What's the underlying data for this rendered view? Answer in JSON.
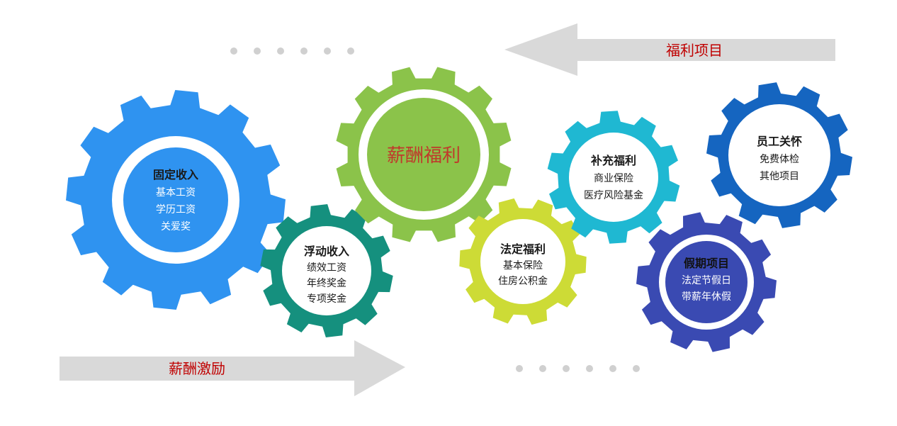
{
  "arrows": {
    "top_label": "福利项目",
    "bottom_label": "薪酬激励"
  },
  "center": {
    "title": "薪酬福利"
  },
  "gears": [
    {
      "key": "fixed-income",
      "title": "固定收入",
      "items": [
        "基本工资",
        "学历工资",
        "关爱奖"
      ],
      "color": "#2f93f0",
      "text_color": "#1a1a1a",
      "item_color": "#ffffff"
    },
    {
      "key": "floating-income",
      "title": "浮动收入",
      "items": [
        "绩效工资",
        "年终奖金",
        "专项奖金"
      ],
      "color": "#15907e",
      "text_color": "#1a1a1a",
      "item_color": "#1a1a1a"
    },
    {
      "key": "statutory-welfare",
      "title": "法定福利",
      "items": [
        "基本保险",
        "住房公积金"
      ],
      "color": "#cddb36",
      "text_color": "#1a1a1a",
      "item_color": "#1a1a1a"
    },
    {
      "key": "supplementary-welfare",
      "title": "补充福利",
      "items": [
        "商业保险",
        "医疗风险基金"
      ],
      "color": "#1fb8d2",
      "text_color": "#1a1a1a",
      "item_color": "#1a1a1a"
    },
    {
      "key": "employee-care",
      "title": "员工关怀",
      "items": [
        "免费体检",
        "其他项目"
      ],
      "color": "#1565c0",
      "text_color": "#1a1a1a",
      "item_color": "#1a1a1a"
    },
    {
      "key": "holiday-items",
      "title": "假期项目",
      "items": [
        "法定节假日",
        "带薪年休假"
      ],
      "color": "#3a4ab2",
      "text_color": "#1a1a1a",
      "item_color": "#ffffff"
    }
  ],
  "colors": {
    "center_gear": "#8bc34a",
    "arrow": "#d9d9d9",
    "dot": "#d0d0d0",
    "accent_red": "#c00000"
  }
}
